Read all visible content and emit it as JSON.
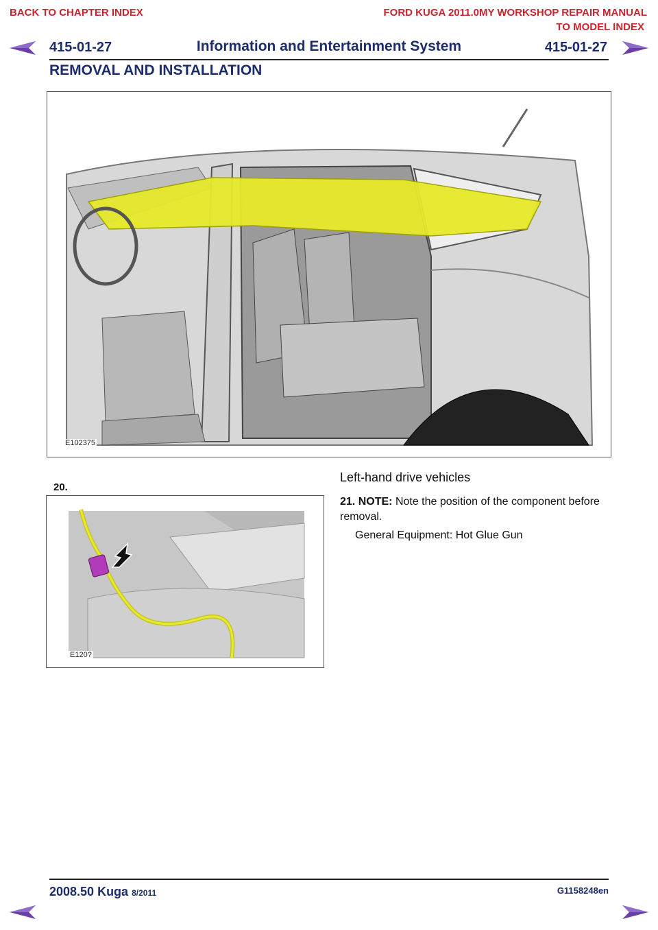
{
  "nav": {
    "back_to_chapter": "BACK TO CHAPTER INDEX",
    "manual_title": "FORD KUGA 2011.0MY WORKSHOP REPAIR MANUAL",
    "to_model_index": "TO MODEL INDEX",
    "prev_icon": "triangle-left-arrow",
    "next_icon": "triangle-right-arrow"
  },
  "header": {
    "page_code_left": "415-01-27",
    "section_title": "Information and Entertainment System",
    "page_code_right": "415-01-27",
    "subsection_title": "REMOVAL AND INSTALLATION"
  },
  "figure_main": {
    "label": "E102375"
  },
  "figure_step20": {
    "label": "E120?"
  },
  "steps": {
    "step20_number": "20.",
    "variant_heading": "Left-hand drive vehicles",
    "step21_number": "21.",
    "step21_note_label": "NOTE:",
    "step21_note_text": "Note the position of the component before removal.",
    "step21_equipment": "General Equipment: Hot Glue Gun"
  },
  "footer": {
    "model": "2008.50 Kuga",
    "date": "8/2011",
    "doc_code": "G1158248en"
  },
  "colors": {
    "link_red": "#c8252f",
    "nav_arrow_purple": "#6b3fa8",
    "heading_navy": "#1d2d6b",
    "highlight_yellow": "#e7ea2a",
    "connector_magenta": "#b13bb8"
  }
}
